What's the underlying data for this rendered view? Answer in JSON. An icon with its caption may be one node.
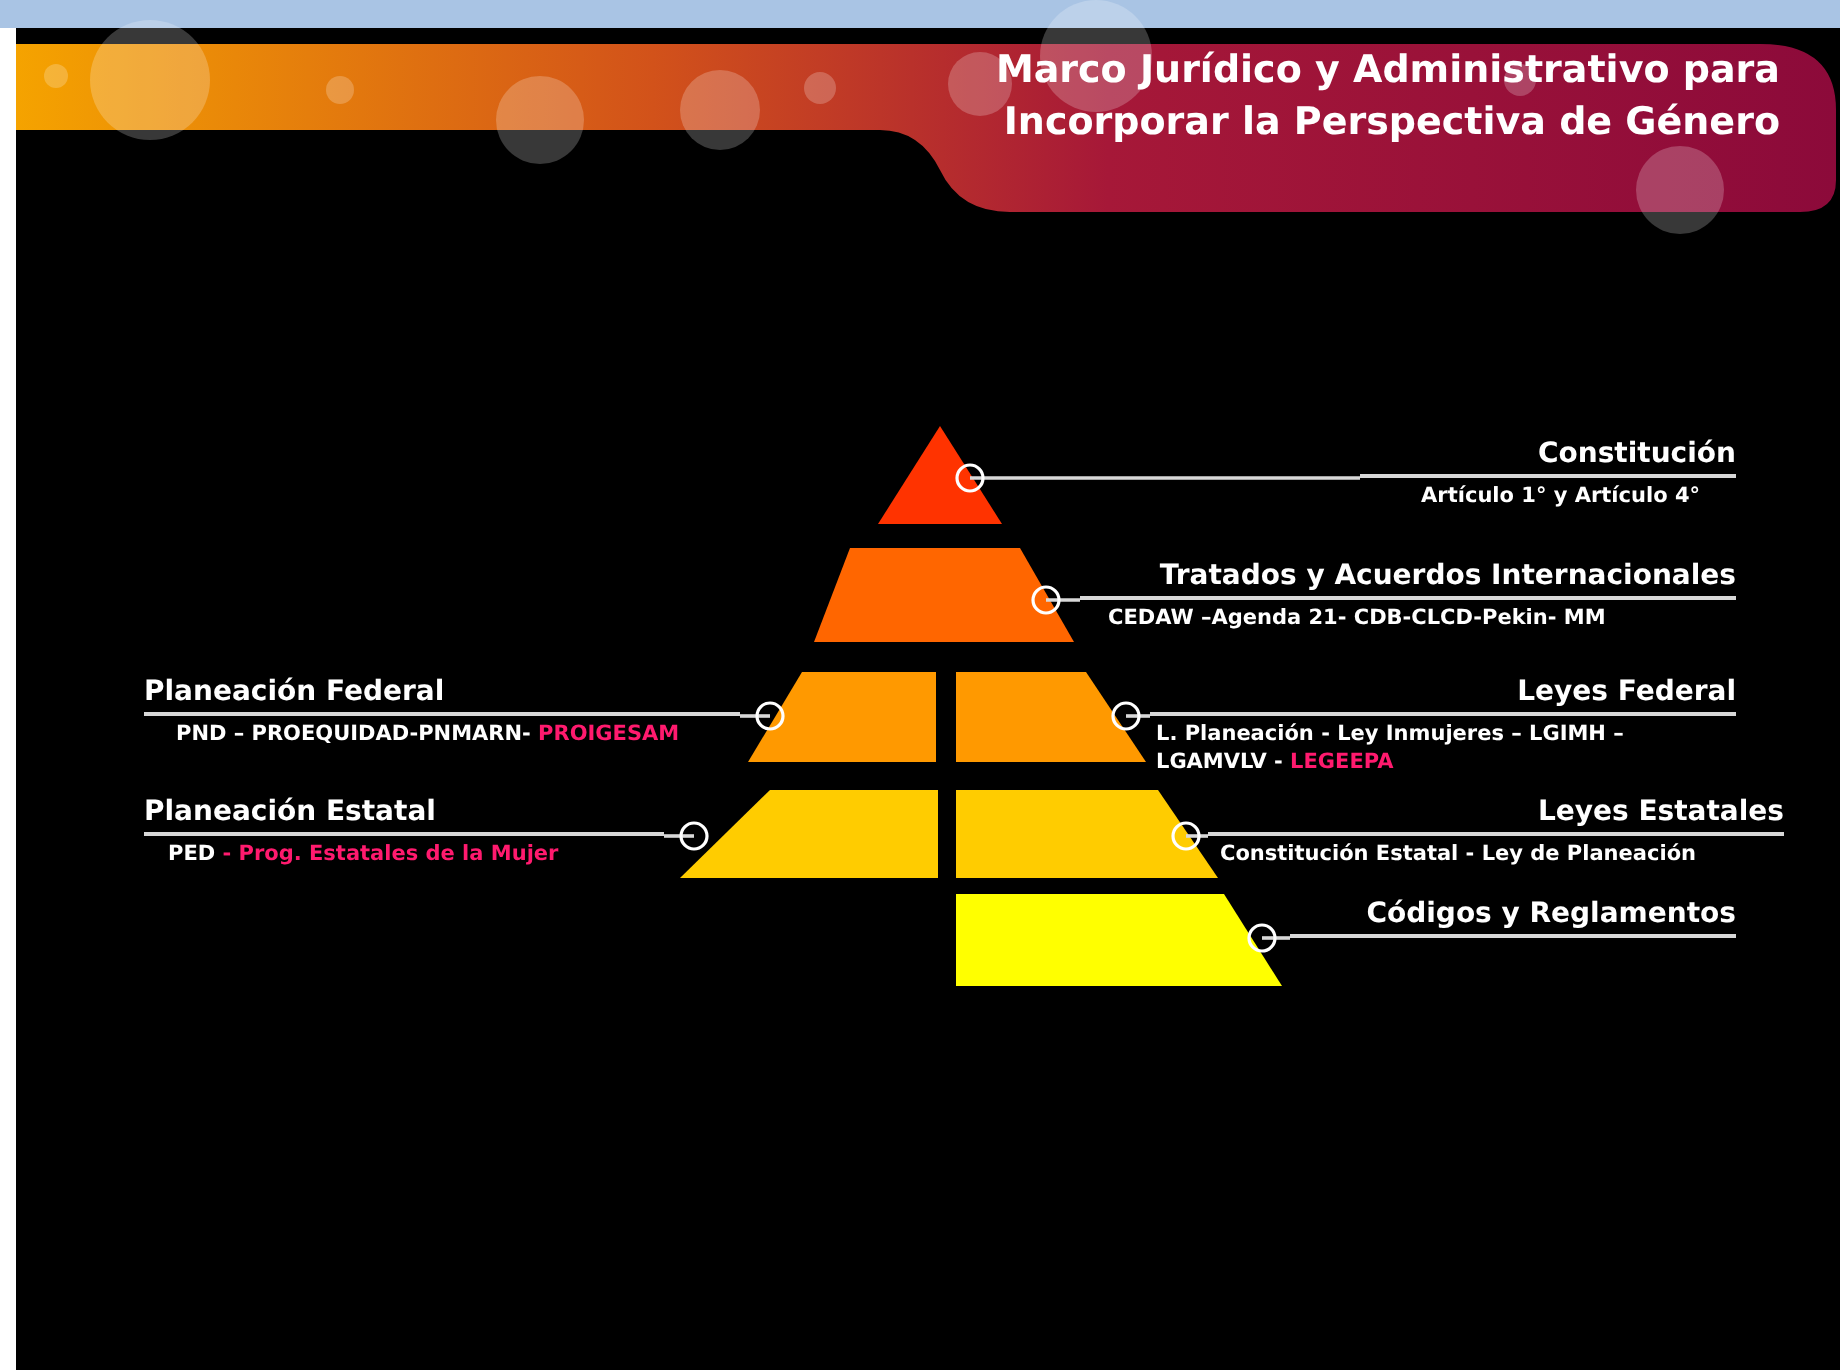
{
  "diagram": {
    "title": "Marco Jurídico y Administrativo para Incorporar la Perspectiva de Género",
    "nodes": [
      {
        "text": [
          "Constitución",
          "Artículo 1° y Artículo 4°"
        ]
      },
      {
        "text": [],
        "shape": "triangle"
      },
      {
        "text": [
          "Tratados y Acuerdos Internacionales",
          "CEDAW –Agenda 21- CDB-CLCD-Pekin- MM"
        ]
      },
      {
        "text": [],
        "shape": "trapezoid"
      },
      {
        "text": [
          "Planeación Federal",
          "PND – PROEQUIDAD-PNMARN-",
          "PROIGESAM"
        ]
      },
      {
        "text": [],
        "shape": "trapezoid"
      },
      {
        "text": [],
        "shape": "trapezoid"
      },
      {
        "text": [
          "Leyes Federal",
          "L. Planeación - Ley Inmujeres – LGIMH – LGAMVLV -",
          "LEGEEPA"
        ]
      },
      {
        "text": [
          "Planeación Estatal",
          "PED",
          "- Prog. Estatales de la Mujer"
        ]
      },
      {
        "text": [],
        "shape": "trapezoid"
      },
      {
        "text": [],
        "shape": "trapezoid"
      },
      {
        "text": [
          "Leyes Estatales",
          "Constitución Estatal - Ley de Planeación"
        ]
      },
      {
        "text": [],
        "shape": "trapezoid"
      },
      {
        "text": [
          "Códigos y Reglamentos"
        ]
      }
    ],
    "edges": [
      {
        "from": 0,
        "to": 1,
        "arrow": "other"
      },
      {
        "from": 2,
        "to": 3,
        "arrow": "other"
      },
      {
        "from": 4,
        "to": 5,
        "arrow": "other"
      },
      {
        "from": 7,
        "to": 6,
        "arrow": "other"
      },
      {
        "from": 8,
        "to": 9,
        "arrow": "other"
      },
      {
        "from": 11,
        "to": 10,
        "arrow": "other"
      },
      {
        "from": 13,
        "to": 12,
        "arrow": "other"
      }
    ]
  }
}
